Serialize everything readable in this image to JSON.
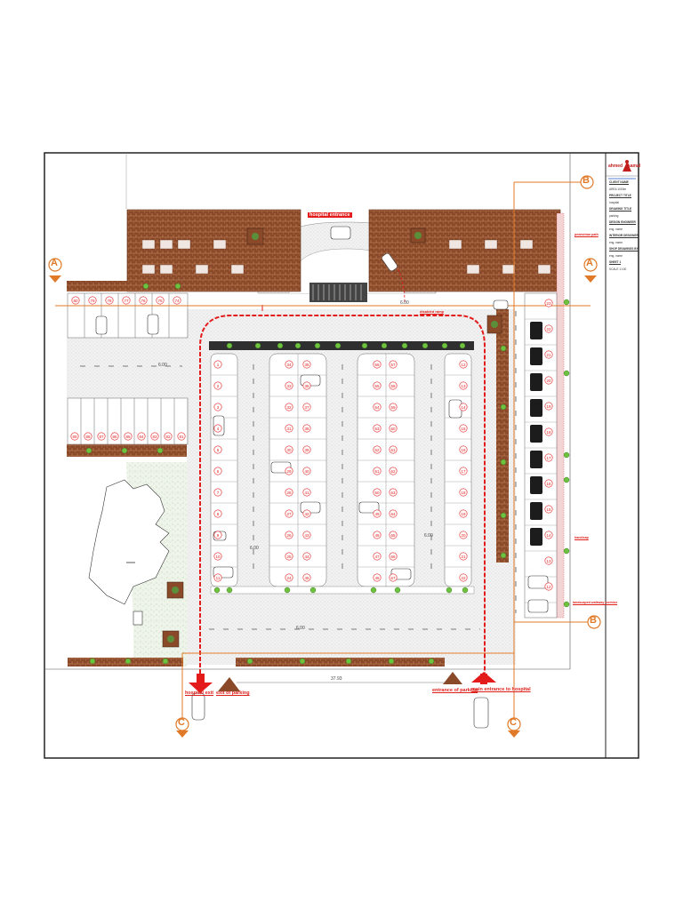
{
  "labels": {
    "hospital_entrance": "hospital entrance",
    "hospital_exit": "hospital exit",
    "exit_of_parking": "exit of parking",
    "entrance_of_parking": "entrance of parking",
    "main_entrance": "main entrance to hospital",
    "disabled_ramp_top": "disabled ramp",
    "pedestrian_right": "pedestrian path",
    "landscaped_corridor": "landscaped walkway corridor",
    "handicap": "handicap"
  },
  "dimensions": {
    "overall_width": "37.93",
    "lane_width": "6.00",
    "aisle_left": "6.00",
    "aisle_right": "6.00",
    "bottom_lane": "6.00",
    "top_lane": "6.00"
  },
  "section_marks": {
    "a": "A",
    "b": "B",
    "c": "C"
  },
  "title_block": {
    "logo_left": "ahmed",
    "logo_right": "kamal",
    "rows": [
      "CLIENT NAME",
      "AREA 1000m",
      "PROJECT TITLE",
      "hospital",
      "DRAWING TITLE",
      "parking",
      "DESIGN ENGINEER",
      "eng. name",
      "INTERIOR DESIGNER",
      "eng. name",
      "SHOP DRAWINGS BY",
      "eng. name",
      "SHEET 1",
      "SCALE 1:100"
    ]
  },
  "stall_numbers": {
    "top_row": [
      "80",
      "79",
      "78",
      "77",
      "76",
      "75",
      "74"
    ],
    "bottom_row": [
      "89",
      "88",
      "87",
      "86",
      "85",
      "84",
      "83",
      "82",
      "81"
    ],
    "col1": [
      "1",
      "2",
      "3",
      "4",
      "5",
      "6",
      "7",
      "8",
      "9",
      "10",
      "11"
    ],
    "col2": [
      "34",
      "33",
      "32",
      "31",
      "30",
      "29",
      "28",
      "27",
      "26",
      "25",
      "24"
    ],
    "col3": [
      "35",
      "36",
      "37",
      "38",
      "39",
      "40",
      "41",
      "42",
      "43",
      "44",
      "45"
    ],
    "col4": [
      "56",
      "55",
      "54",
      "53",
      "52",
      "51",
      "50",
      "49",
      "48",
      "47",
      "46"
    ],
    "col5": [
      "57",
      "58",
      "59",
      "60",
      "61",
      "62",
      "63",
      "64",
      "65",
      "66",
      "67"
    ],
    "col6": [
      "12",
      "13",
      "14",
      "15",
      "16",
      "17",
      "18",
      "19",
      "20",
      "21",
      "22"
    ],
    "right_col": [
      "23",
      "22",
      "21",
      "20",
      "19",
      "18",
      "17",
      "16",
      "15",
      "14",
      "13",
      "12"
    ]
  }
}
